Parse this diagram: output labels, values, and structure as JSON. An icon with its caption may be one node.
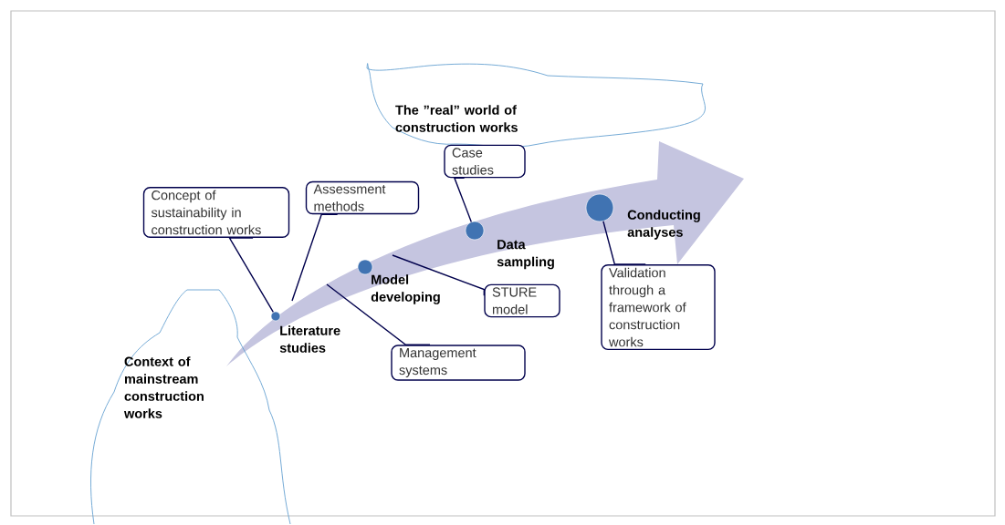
{
  "diagram": {
    "nodes": [
      {
        "text": [
          "Context of mainstream construction works"
        ]
      },
      {
        "text": [
          "The ”real” world of construction works"
        ]
      },
      {
        "text": [
          "Concept of sustainability in construction works"
        ]
      },
      {
        "text": [
          "Assessment methods"
        ]
      },
      {
        "text": [
          "Case studies"
        ]
      },
      {
        "text": [
          "Management systems"
        ]
      },
      {
        "text": [
          "STURE model"
        ]
      },
      {
        "text": [
          "Validation through a framework of construction works"
        ]
      },
      {
        "text": [],
        "shape": "circle",
        "beside": [
          "Literature studies"
        ]
      },
      {
        "text": [],
        "shape": "circle",
        "beside": [
          "Model developing"
        ]
      },
      {
        "text": [],
        "shape": "circle",
        "beside": [
          "Data sampling"
        ]
      },
      {
        "text": [],
        "shape": "circle",
        "beside": [
          "Conducting analyses"
        ]
      }
    ],
    "edges": [
      {
        "from": 2,
        "to": 8,
        "arrow": "none"
      },
      {
        "from": 3,
        "to": null,
        "arrow": "none"
      },
      {
        "from": 4,
        "to": 10,
        "arrow": "none"
      },
      {
        "from": 5,
        "to": null,
        "arrow": "none"
      },
      {
        "from": 6,
        "to": null,
        "arrow": "none"
      },
      {
        "from": 7,
        "to": 11,
        "arrow": "none"
      }
    ]
  }
}
